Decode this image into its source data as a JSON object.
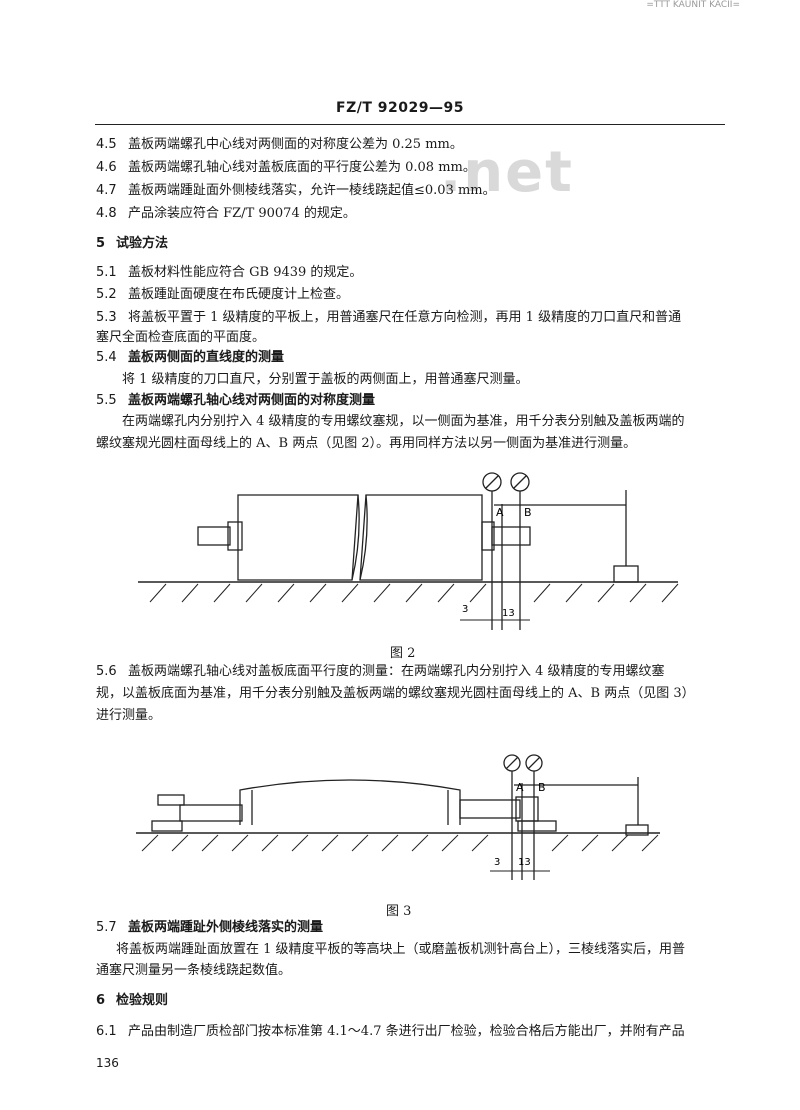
{
  "top_watermark": "=TTT KAUNIT KACII=",
  "bg_watermark": ".net",
  "header": "FZ/T 92029—95",
  "items": [
    {
      "num": "4.5",
      "text": "盖板两端螺孔中心线对两侧面的对称度公差为 0.25 mm。"
    },
    {
      "num": "4.6",
      "text": "盖板两端螺孔轴心线对盖板底面的平行度公差为 0.08 mm。"
    },
    {
      "num": "4.7",
      "text": "盖板两端踵趾面外侧棱线落实，允许一棱线跷起值≤0.03 mm。"
    },
    {
      "num": "4.8",
      "text": "产品涂装应符合 FZ/T 90074 的规定。"
    }
  ],
  "section5": {
    "num": "5",
    "title": "试验方法"
  },
  "s51": {
    "num": "5.1",
    "text": "盖板材料性能应符合 GB 9439 的规定。"
  },
  "s52": {
    "num": "5.2",
    "text": "盖板踵趾面硬度在布氏硬度计上检查。"
  },
  "s53": {
    "num": "5.3",
    "line1": "将盖板平置于 1 级精度的平板上，用普通塞尺在任意方向检测，再用 1 级精度的刀口直尺和普通",
    "line2": "塞尺全面检查底面的平面度。"
  },
  "s54": {
    "num": "5.4",
    "title": "盖板两侧面的直线度的测量",
    "body": "将 1 级精度的刀口直尺，分别置于盖板的两侧面上，用普通塞尺测量。"
  },
  "s55": {
    "num": "5.5",
    "title": "盖板两端螺孔轴心线对两侧面的对称度测量",
    "line1": "在两端螺孔内分别拧入 4 级精度的专用螺纹塞规，以一侧面为基准，用千分表分别触及盖板两端的",
    "line2": "螺纹塞规光圆柱面母线上的 A、B 两点（见图 2）。再用同样方法以另一侧面为基准进行测量。"
  },
  "fig2": {
    "caption": "图 2",
    "label_a": "A",
    "label_b": "B",
    "dim1": "3",
    "dim2": "13"
  },
  "s56": {
    "num": "5.6",
    "line1": "盖板两端螺孔轴心线对盖板底面平行度的测量：在两端螺孔内分别拧入 4 级精度的专用螺纹塞",
    "line2": "规，以盖板底面为基准，用千分表分别触及盖板两端的螺纹塞规光圆柱面母线上的 A、B 两点（见图 3）",
    "line3": "进行测量。"
  },
  "fig3": {
    "caption": "图 3",
    "label_a": "A",
    "label_b": "B",
    "dim1": "3",
    "dim2": "13"
  },
  "s57": {
    "num": "5.7",
    "title": "盖板两端踵趾外侧棱线落实的测量",
    "line1": "将盖板两端踵趾面放置在 1 级精度平板的等高块上（或磨盖板机测针高台上），三棱线落实后，用普",
    "line2": "通塞尺测量另一条棱线跷起数值。"
  },
  "section6": {
    "num": "6",
    "title": "检验规则"
  },
  "s61": {
    "num": "6.1",
    "text": "产品由制造厂质检部门按本标准第 4.1～4.7 条进行出厂检验，检验合格后方能出厂，并附有产品"
  },
  "page_number": "136"
}
